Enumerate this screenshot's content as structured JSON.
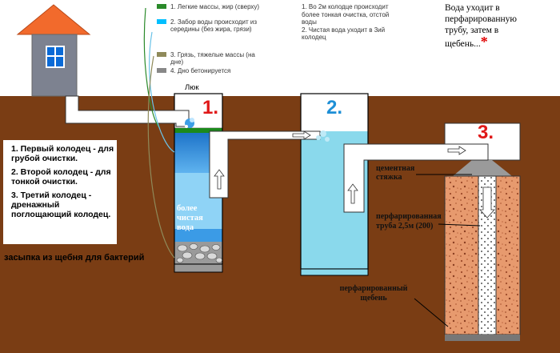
{
  "legend": {
    "items": [
      {
        "text": "1. Легкие массы, жир (сверху)",
        "color": "#2a8a2a"
      },
      {
        "text": "2. Забор воды происходит из середины (без жира, грязи)",
        "color": "#00bfff"
      },
      {
        "text": "3. Грязь, тяжелые массы (на дне)",
        "color": "#8f8a5a"
      },
      {
        "text": "4. Дно бетонируется",
        "color": "#888888"
      }
    ]
  },
  "note_well2": "1. Во 2м колодце происходит более тонкая очистка, отстой воды\n2. Чистая вода уходит в 3ий колодец",
  "note_top_right": "Вода уходит в перфарированную трубу, затем в щебень...",
  "asterisk": "*",
  "hatch_label": "Люк",
  "well_numbers": [
    "1.",
    "2.",
    "3."
  ],
  "list": [
    "1. Первый колодец - для грубой очистки.",
    "2. Второй колодец - для тонкой очистки.",
    "3. Третий колодец - дренажный поглощающий колодец."
  ],
  "label_cleaner_water": "более чистая вода",
  "label_cement": "цементная стяжка",
  "label_perf_pipe": "перфарированная труба 2,5м  (200)",
  "label_perf_gravel": "перфарированный щебень",
  "label_backfill": "засыпка из щебня для бактерий"
}
